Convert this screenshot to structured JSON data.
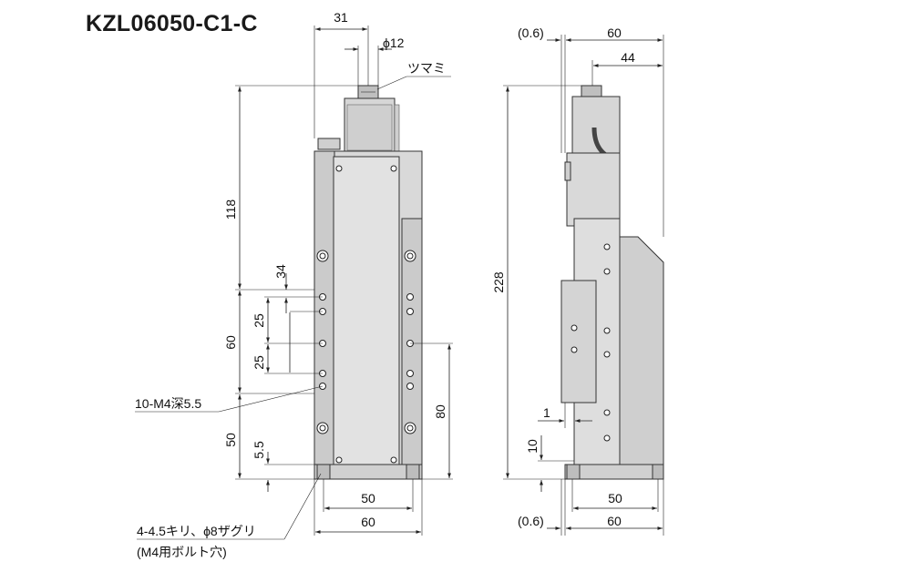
{
  "title": "KZL06050-C1-C",
  "front_view": {
    "dim_31": "31",
    "dim_phi12": "ϕ12",
    "label_knob": "ツマミ",
    "dim_118": "118",
    "dim_34": "34",
    "dim_25a": "25",
    "dim_25b": "25",
    "dim_60": "60",
    "dim_50_left": "50",
    "dim_5_5": "5.5",
    "dim_80": "80",
    "dim_50_bottom": "50",
    "dim_60_bottom": "60",
    "label_m4": "10-M4深5.5",
    "label_holes_1": "4-4.5キリ、ϕ8ザグリ",
    "label_holes_2": "(M4用ボルト穴)"
  },
  "side_view": {
    "dim_0_6_top": "(0.6)",
    "dim_60_top": "60",
    "dim_44": "44",
    "dim_228": "228",
    "dim_1": "1",
    "dim_10": "10",
    "dim_50_bottom": "50",
    "dim_0_6_bottom": "(0.6)",
    "dim_60_bottom": "60"
  },
  "colors": {
    "body_fill": "#dcdcdc",
    "body_dark": "#c8c8c8",
    "line": "#222222"
  }
}
